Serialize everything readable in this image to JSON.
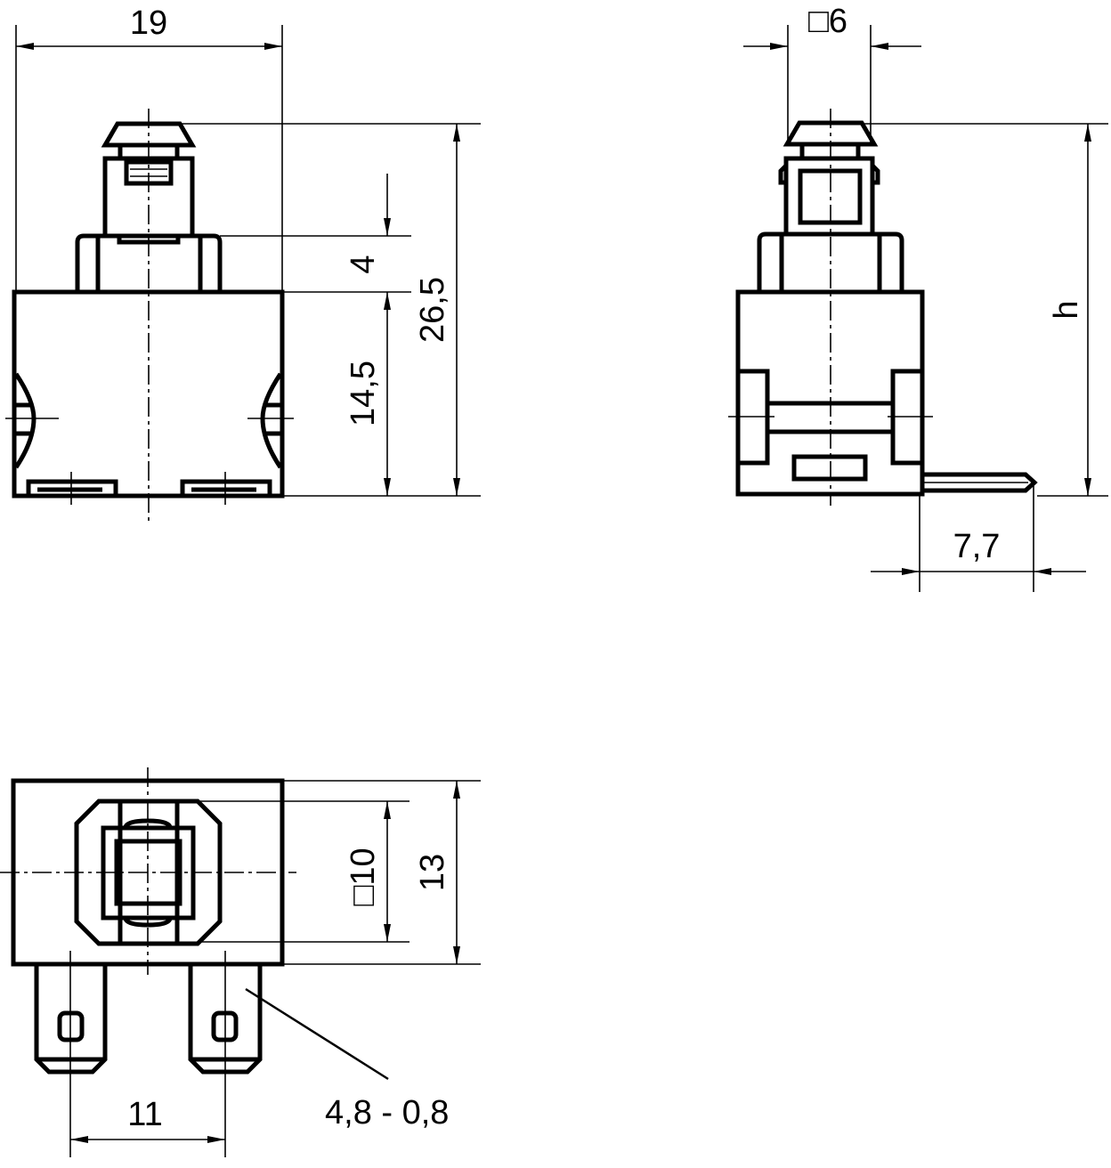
{
  "colors": {
    "line": "#000000",
    "background": "#ffffff"
  },
  "dimensions": {
    "front_width": "19",
    "stem_square": "□6",
    "shoulder_height": "4",
    "total_height": "26,5",
    "body_height": "14,5",
    "side_height": "h",
    "pin_length": "7,7",
    "actuator_square": "□10",
    "body_depth": "13",
    "terminal_pitch": "11",
    "terminal_size": "4,8 - 0,8"
  }
}
